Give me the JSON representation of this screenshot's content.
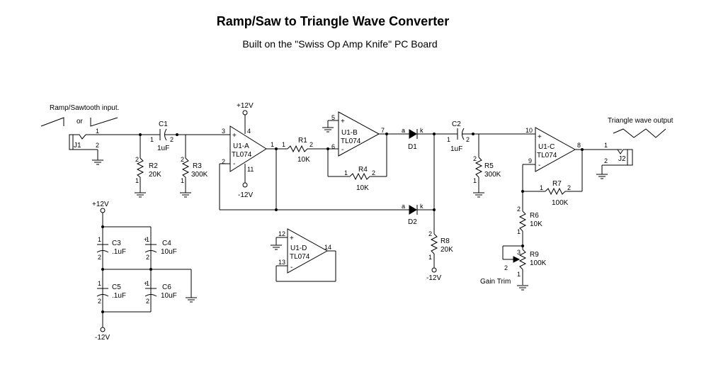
{
  "title": "Ramp/Saw to Triangle Wave Converter",
  "subtitle": "Built on the \"Swiss Op Amp Knife\" PC Board",
  "labels": {
    "input_label": "Ramp/Sawtooth input.",
    "or_label": "or",
    "output_label": "Triangle wave output",
    "gain_trim": "Gain Trim"
  },
  "connectors": [
    {
      "ref": "J1",
      "pin1": "1",
      "pin2": "2"
    },
    {
      "ref": "J2",
      "pin1": "1",
      "pin2": "2"
    }
  ],
  "opamps": [
    {
      "ref": "U1-A",
      "part": "TL074",
      "plus_pin": "3",
      "minus_pin": "2",
      "out_pin": "1",
      "vpos_pin": "4",
      "vneg_pin": "11"
    },
    {
      "ref": "U1-B",
      "part": "TL074",
      "plus_pin": "5",
      "minus_pin": "6",
      "out_pin": "7"
    },
    {
      "ref": "U1-C",
      "part": "TL074",
      "plus_pin": "10",
      "minus_pin": "9",
      "out_pin": "8"
    },
    {
      "ref": "U1-D",
      "part": "TL074",
      "plus_pin": "12",
      "minus_pin": "13",
      "out_pin": "14"
    }
  ],
  "resistors": [
    {
      "ref": "R1",
      "value": "10K"
    },
    {
      "ref": "R2",
      "value": "20K"
    },
    {
      "ref": "R3",
      "value": "300K"
    },
    {
      "ref": "R4",
      "value": "10K"
    },
    {
      "ref": "R5",
      "value": "300K"
    },
    {
      "ref": "R6",
      "value": "10K"
    },
    {
      "ref": "R7",
      "value": "100K"
    },
    {
      "ref": "R8",
      "value": "20K"
    },
    {
      "ref": "R9",
      "value": "100K"
    }
  ],
  "capacitors": [
    {
      "ref": "C1",
      "value": "1uF"
    },
    {
      "ref": "C2",
      "value": "1uF"
    },
    {
      "ref": "C3",
      "value": ".1uF"
    },
    {
      "ref": "C4",
      "value": "10uF"
    },
    {
      "ref": "C5",
      "value": ".1uF"
    },
    {
      "ref": "C6",
      "value": "10uF"
    }
  ],
  "diodes": [
    {
      "ref": "D1",
      "anode": "a",
      "cathode": "k"
    },
    {
      "ref": "D2",
      "anode": "a",
      "cathode": "k"
    }
  ],
  "rails": {
    "pos": "+12V",
    "neg": "-12V"
  },
  "pins": {
    "one": "1",
    "two": "2",
    "three": "3",
    "plus": "+",
    "minus": "-"
  }
}
